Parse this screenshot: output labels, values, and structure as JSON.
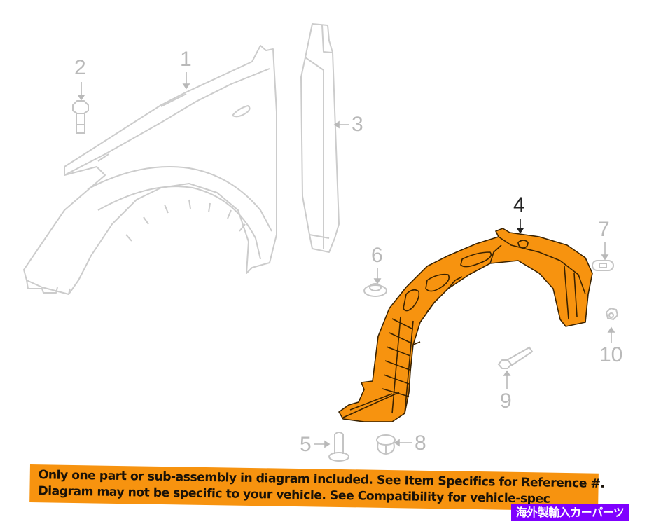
{
  "diagram": {
    "title": "Fender liner parts diagram",
    "highlight_color": "#f7930f",
    "outline_color": "#c9c9c9",
    "callouts": [
      {
        "id": "1",
        "label": "1",
        "part": "fender"
      },
      {
        "id": "2",
        "label": "2",
        "part": "bolt"
      },
      {
        "id": "3",
        "label": "3",
        "part": "fender trim strip"
      },
      {
        "id": "4",
        "label": "4",
        "part": "fender liner (highlighted)"
      },
      {
        "id": "5",
        "label": "5",
        "part": "push pin"
      },
      {
        "id": "6",
        "label": "6",
        "part": "grommet"
      },
      {
        "id": "7",
        "label": "7",
        "part": "clip"
      },
      {
        "id": "8",
        "label": "8",
        "part": "retainer"
      },
      {
        "id": "9",
        "label": "9",
        "part": "bolt"
      },
      {
        "id": "10",
        "label": "10",
        "part": "nut"
      }
    ]
  },
  "banner": {
    "line1": "Only one part or sub-assembly in diagram included. See Item Specifics for Reference #.",
    "line2": "Diagram may not be specific to your vehicle. See Compatibility for vehicle-spec",
    "color": "#f7930f"
  },
  "badge": {
    "text": "海外製輸入カーパーツ",
    "color": "#7f00ff"
  }
}
